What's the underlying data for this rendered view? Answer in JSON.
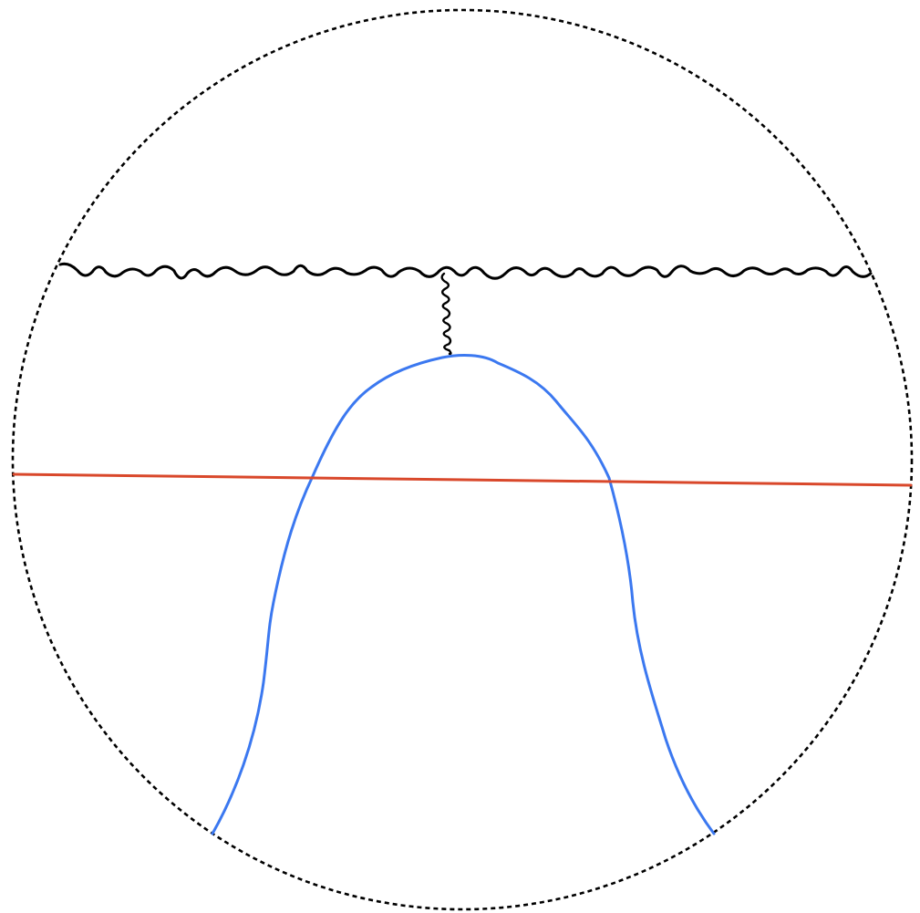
{
  "diagram": {
    "elements": [
      {
        "id": "boundary",
        "kind": "dashed-circle",
        "color": "#000000"
      },
      {
        "id": "wavy-horizontal",
        "kind": "wavy-line",
        "color": "#000000"
      },
      {
        "id": "wavy-vertical",
        "kind": "wavy-line",
        "color": "#000000"
      },
      {
        "id": "arch",
        "kind": "curve",
        "color": "#3b78f0"
      },
      {
        "id": "horizon",
        "kind": "straight-line",
        "color": "#d9482b"
      }
    ]
  }
}
